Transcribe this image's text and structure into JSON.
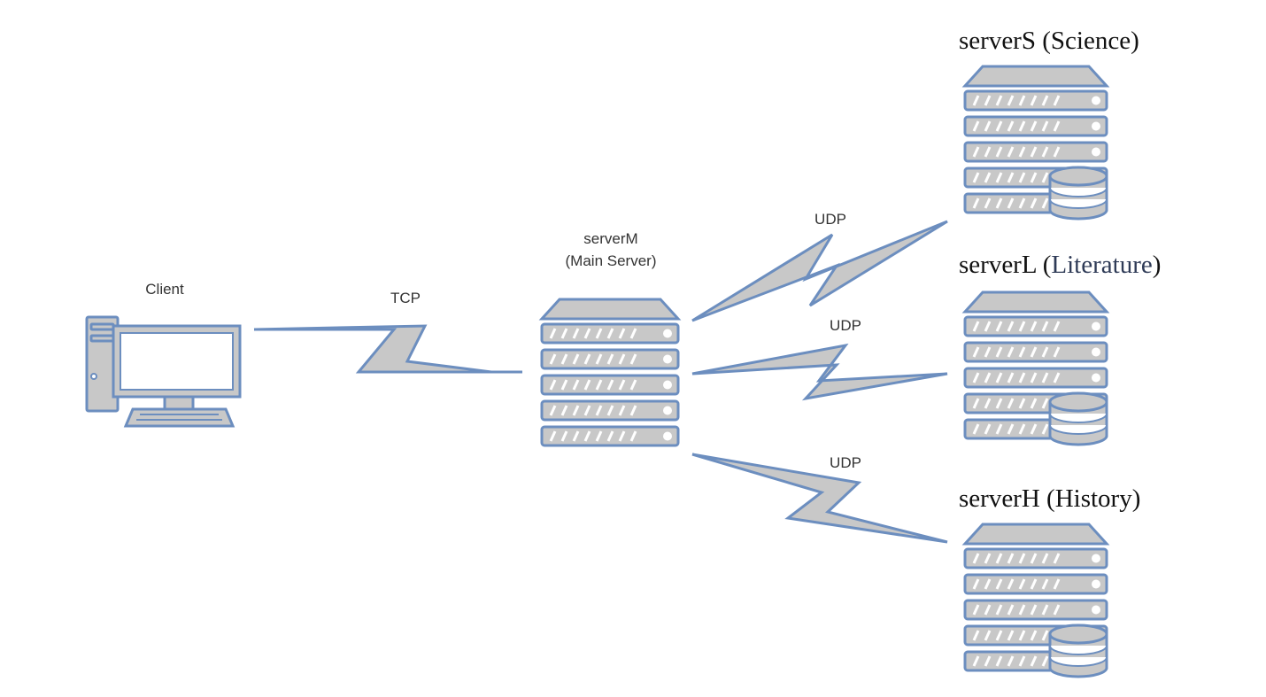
{
  "colors": {
    "stroke": "#6c8ebf",
    "fill": "#c8c8c8",
    "white": "#ffffff",
    "accent_text": "#2f3b57"
  },
  "nodes": {
    "client": {
      "label": "Client",
      "icon": "desktop-computer-icon"
    },
    "main_server": {
      "label_line1": "serverM",
      "label_line2": "(Main Server)",
      "icon": "server-icon"
    },
    "science_server": {
      "name": "serverS",
      "paren_open": " (",
      "subject": "Science",
      "paren_close": ")",
      "icon": "database-server-icon"
    },
    "literature_server": {
      "name": "serverL",
      "paren_open": " (",
      "subject": "Literature",
      "paren_close": ")",
      "icon": "database-server-icon"
    },
    "history_server": {
      "name": "serverH",
      "paren_open": " (",
      "subject": "History",
      "paren_close": ")",
      "icon": "database-server-icon"
    }
  },
  "links": {
    "client_main": {
      "protocol": "TCP"
    },
    "main_science": {
      "protocol": "UDP"
    },
    "main_literature": {
      "protocol": "UDP"
    },
    "main_history": {
      "protocol": "UDP"
    }
  }
}
